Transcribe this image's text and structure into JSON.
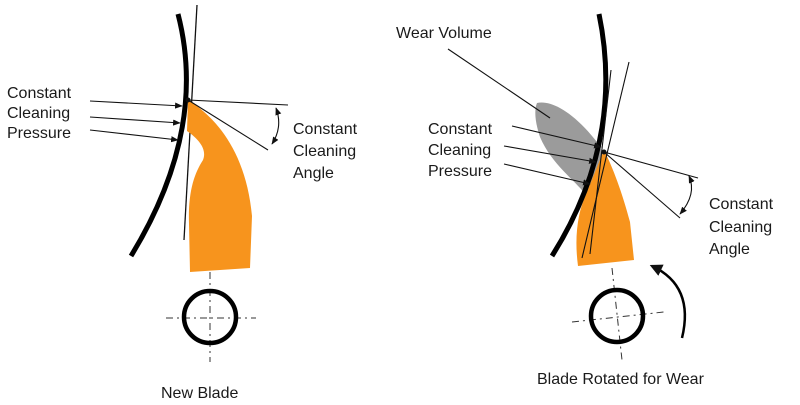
{
  "colors": {
    "blade": "#F7941D",
    "wear": "#9B9B9B",
    "line": "#111111",
    "background": "#FFFFFF"
  },
  "left_panel": {
    "pressure_label": [
      "Constant",
      "Cleaning",
      "Pressure"
    ],
    "angle_label": [
      "Constant",
      "Cleaning",
      "Angle"
    ],
    "caption": "New Blade"
  },
  "right_panel": {
    "wear_label": "Wear Volume",
    "pressure_label": [
      "Constant",
      "Cleaning",
      "Pressure"
    ],
    "angle_label": [
      "Constant",
      "Cleaning",
      "Angle"
    ],
    "caption": "Blade Rotated for Wear"
  }
}
